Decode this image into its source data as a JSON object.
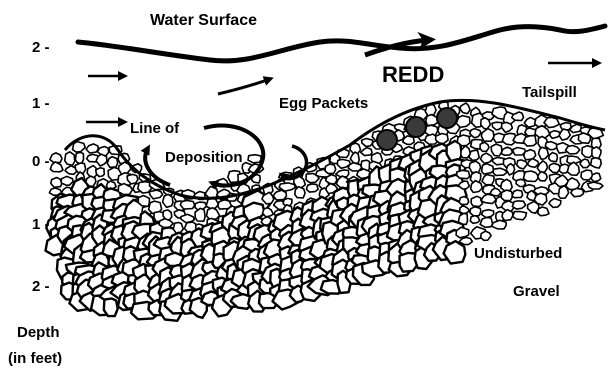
{
  "labels": {
    "water_surface": "Water Surface",
    "redd": "REDD",
    "tailspill": "Tailspill",
    "egg_packets": "Egg Packets",
    "line_of": "Line of",
    "deposition": "Deposition",
    "undisturbed": "Undisturbed",
    "gravel": "Gravel",
    "depth_line1": "Depth",
    "depth_line2": "(in feet)"
  },
  "depth_scale": {
    "ticks": [
      "2 -",
      "1 -",
      "0 -",
      "1 -",
      "2 -"
    ]
  },
  "colors": {
    "ink": "#000000",
    "background": "#ffffff",
    "egg": "#3a3a3a"
  },
  "icons": [
    "flow-arrow-icon",
    "curved-arrow-icon",
    "egg-packet-icon"
  ]
}
